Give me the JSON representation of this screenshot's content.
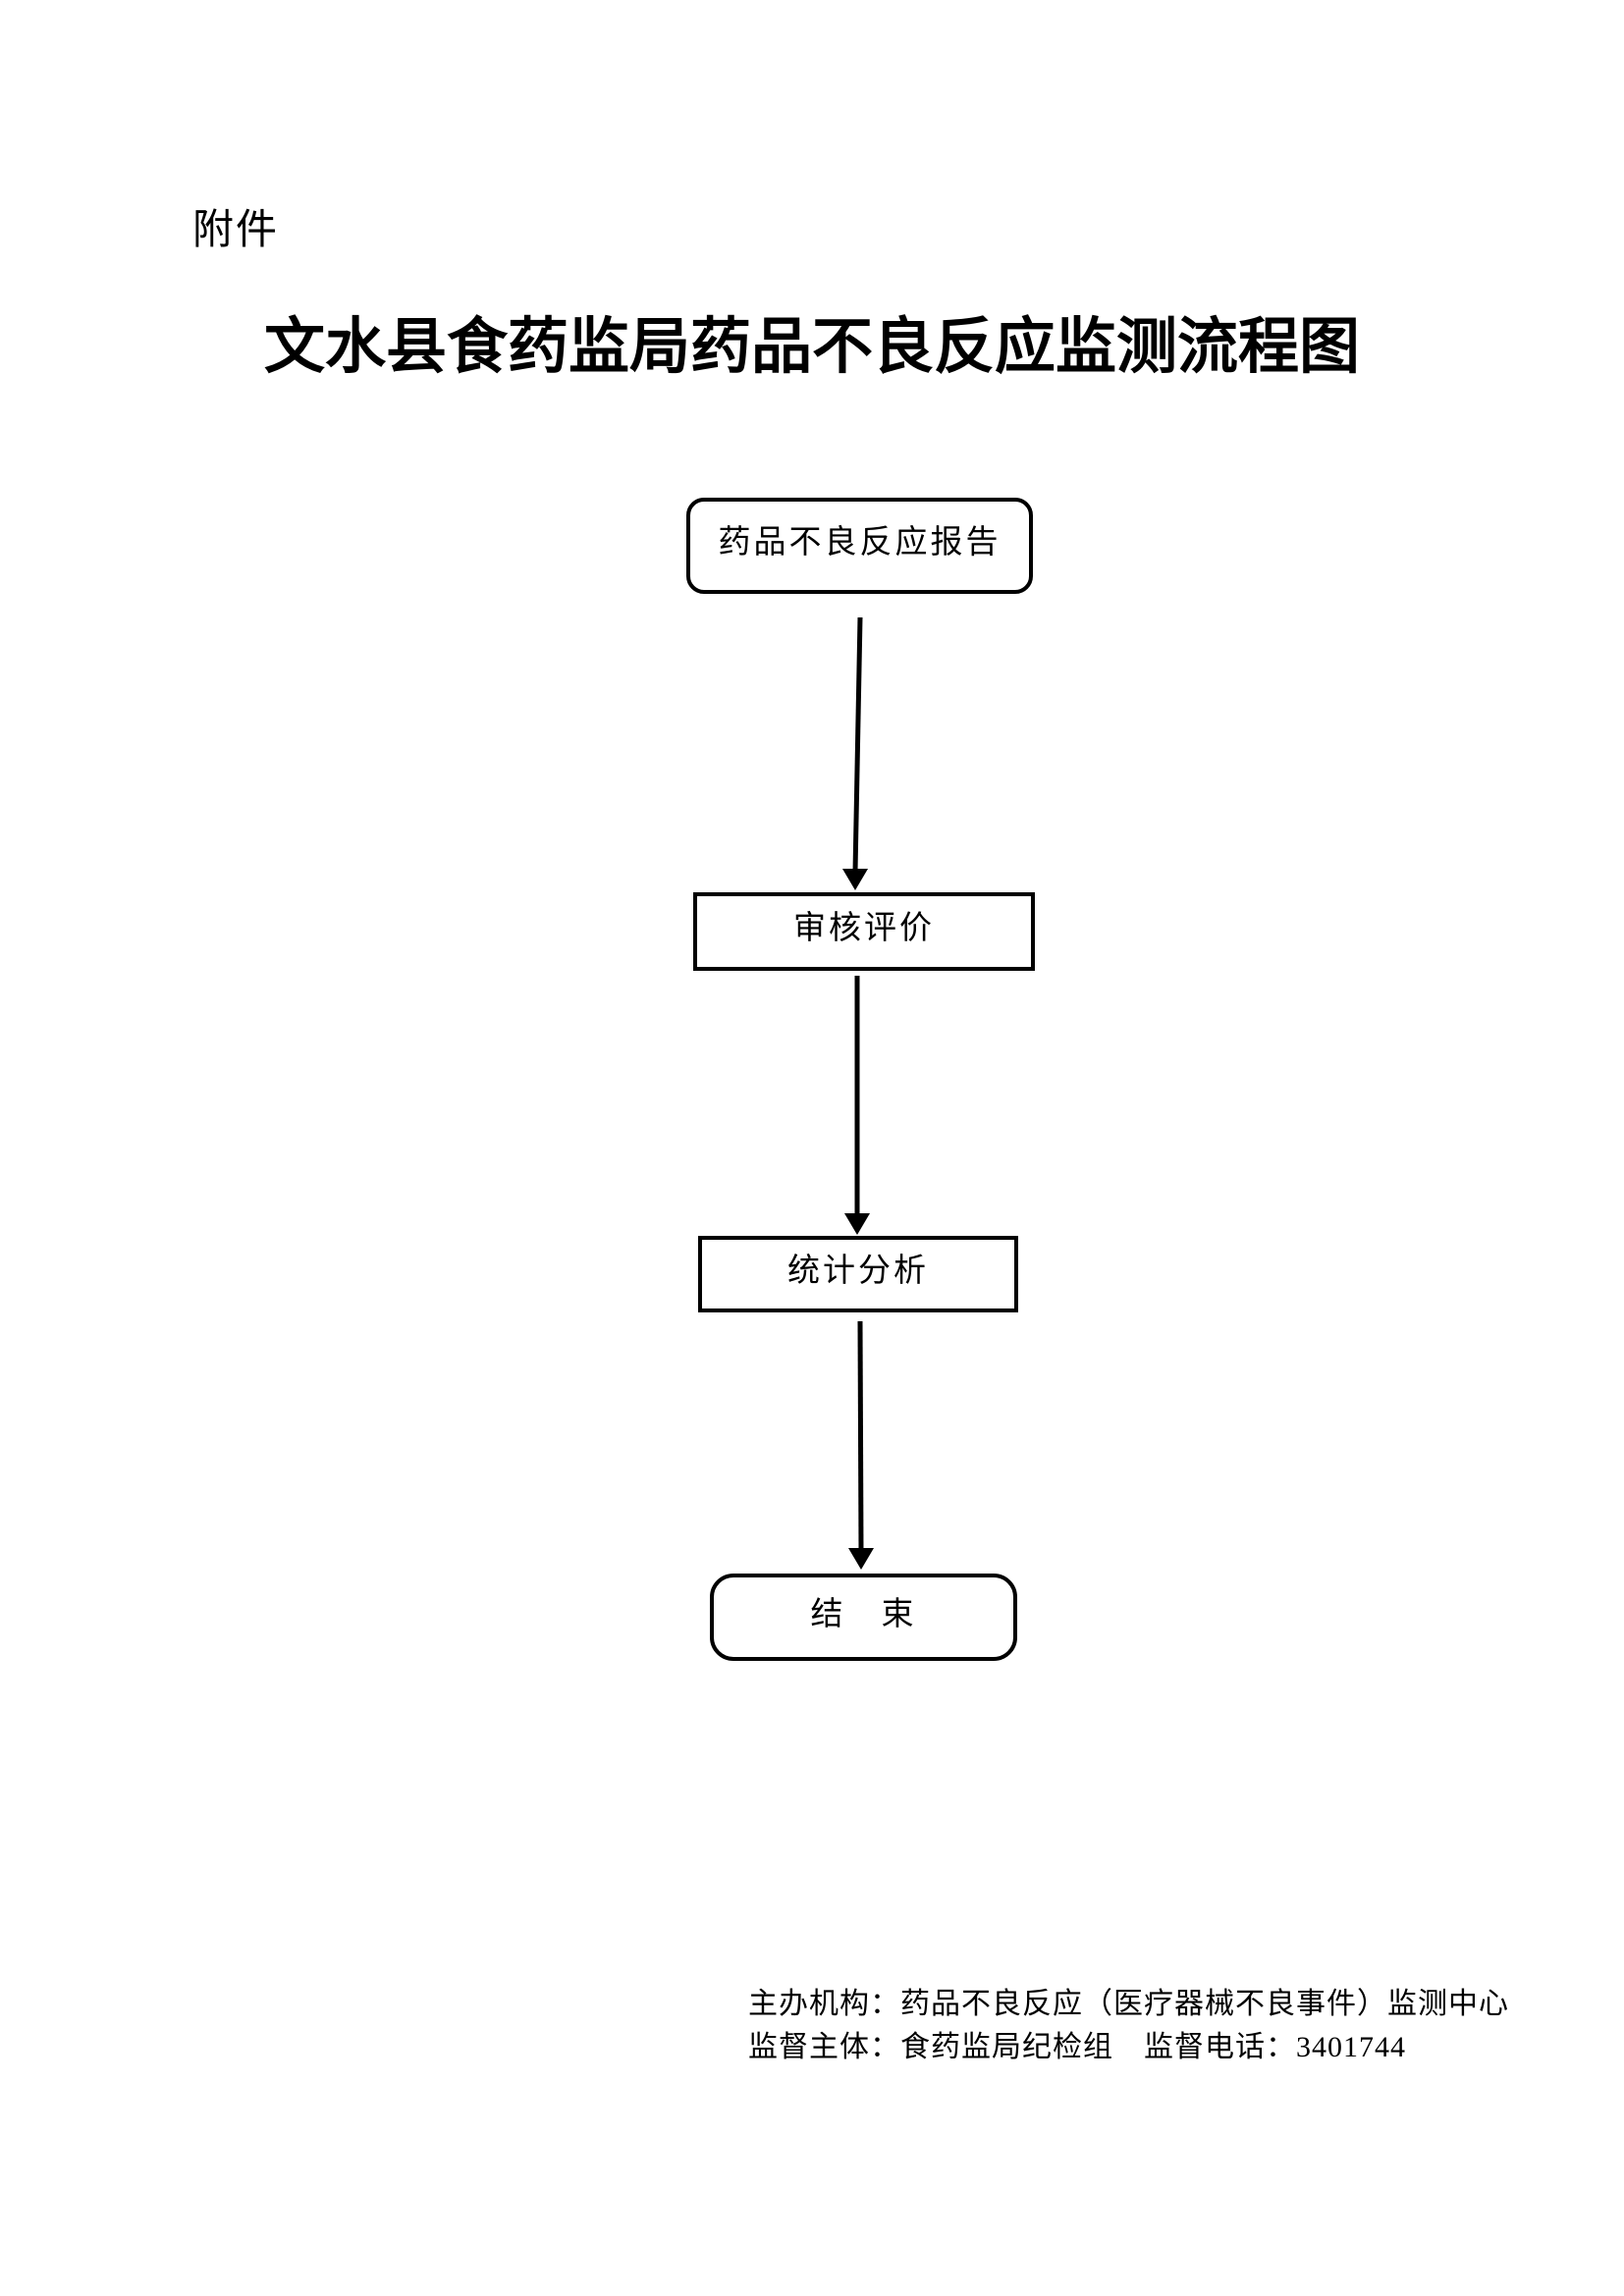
{
  "page": {
    "attachment_label": "附件",
    "title": "文水县食药监局药品不良反应监测流程图",
    "background_color": "#ffffff",
    "ink_color": "#000000"
  },
  "flowchart": {
    "nodes": [
      {
        "id": "report",
        "label": "药品不良反应报告",
        "shape": "rounded-rectangle"
      },
      {
        "id": "review",
        "label": "审核评价",
        "shape": "rectangle"
      },
      {
        "id": "analysis",
        "label": "统计分析",
        "shape": "rectangle"
      },
      {
        "id": "end",
        "label": "结　束",
        "shape": "rounded-rectangle"
      }
    ],
    "edges": [
      {
        "from": "report",
        "to": "review",
        "style": "arrow-down"
      },
      {
        "from": "review",
        "to": "analysis",
        "style": "arrow-down"
      },
      {
        "from": "analysis",
        "to": "end",
        "style": "arrow-down"
      }
    ]
  },
  "footer": {
    "organizer_line": "主办机构：药品不良反应（医疗器械不良事件）监测中心",
    "supervisor_line": "监督主体：食药监局纪检组　监督电话：3401744"
  }
}
